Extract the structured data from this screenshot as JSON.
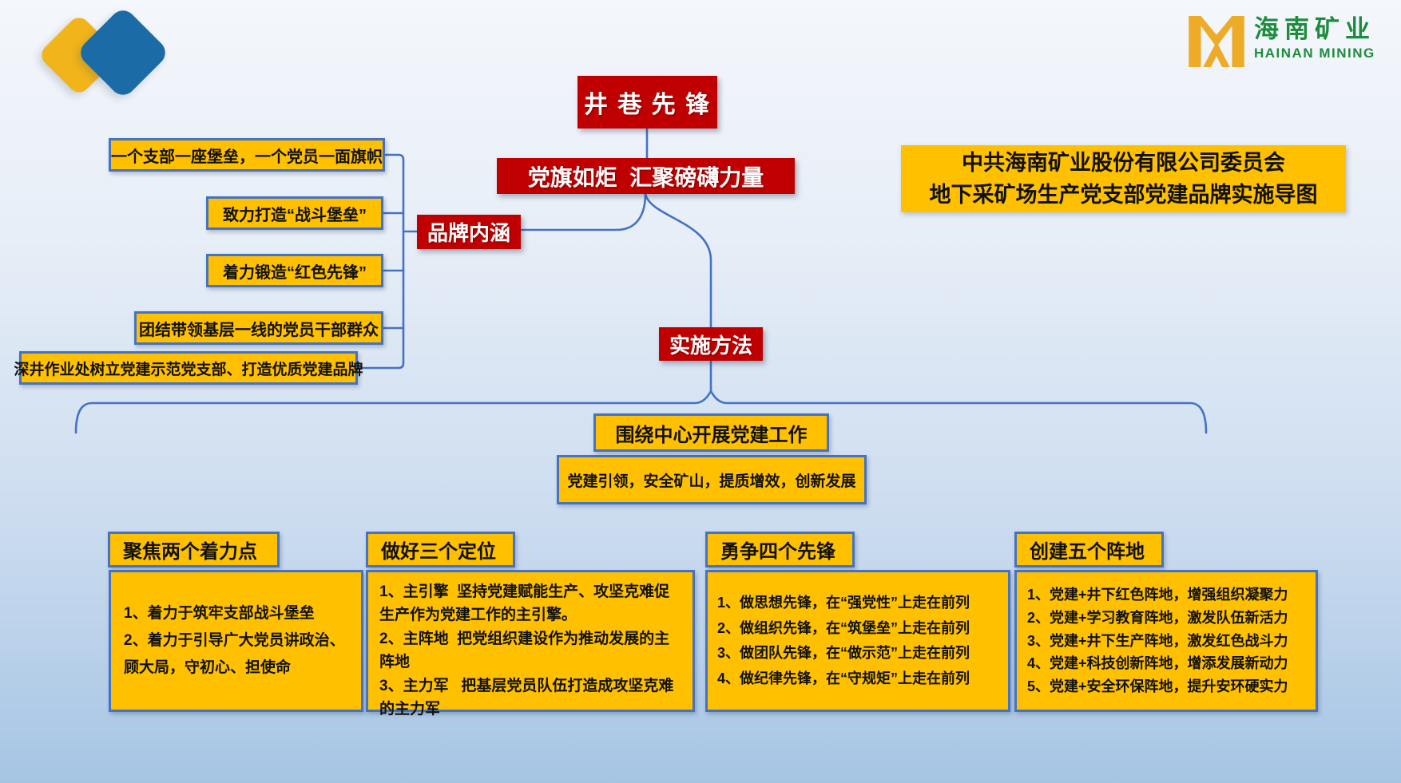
{
  "header": {
    "logo_cn": "海南矿业",
    "logo_en": "HAINAN MINING",
    "title_line1": "中共海南矿业股份有限公司委员会",
    "title_line2": "地下采矿场生产党支部党建品牌实施导图"
  },
  "mindmap": {
    "root": "井 巷 先 锋",
    "slogan": "党旗如炬  汇聚磅礴力量",
    "brand": {
      "label": "品牌内涵",
      "items": [
        "一个支部一座堡垒，一个党员一面旗帜",
        "致力打造“战斗堡垒”",
        "着力锻造“红色先锋”",
        "团结带领基层一线的党员干部群众",
        "深井作业处树立党建示范党支部、打造优质党建品牌"
      ]
    },
    "method": {
      "label": "实施方法",
      "center_title": "围绕中心开展党建工作",
      "center_subtitle": "党建引领，安全矿山，提质增效，创新发展",
      "columns": [
        {
          "header": "聚焦两个着力点",
          "lines": [
            "1、着力于筑牢支部战斗堡垒",
            "2、着力于引导广大党员讲政治、顾大局，守初心、担使命"
          ]
        },
        {
          "header": "做好三个定位",
          "lines": [
            "1、主引擎  坚持党建赋能生产、攻坚克难促生产作为党建工作的主引擎。",
            "2、主阵地  把党组织建设作为推动发展的主阵地",
            "3、主力军   把基层党员队伍打造成攻坚克难的主力军"
          ]
        },
        {
          "header": "勇争四个先锋",
          "lines": [
            "1、做思想先锋，在“强党性”上走在前列",
            "2、做组织先锋，在“筑堡垒”上走在前列",
            "3、做团队先锋，在“做示范”上走在前列",
            "4、做纪律先锋，在“守规矩”上走在前列"
          ]
        },
        {
          "header": "创建五个阵地",
          "lines": [
            "1、党建+井下红色阵地，增强组织凝聚力",
            "2、党建+学习教育阵地，激发队伍新活力",
            "3、党建+井下生产阵地，激发红色战斗力",
            "4、党建+科技创新阵地，增添发展新动力",
            "5、党建+安全环保阵地，提升安环硬实力"
          ]
        }
      ]
    }
  },
  "colors": {
    "accent_red": "#c00000",
    "accent_gold": "#ffc000",
    "line_blue": "#4472c4",
    "logo_green": "#1e8c3e",
    "logo_gold": "#edab27"
  }
}
